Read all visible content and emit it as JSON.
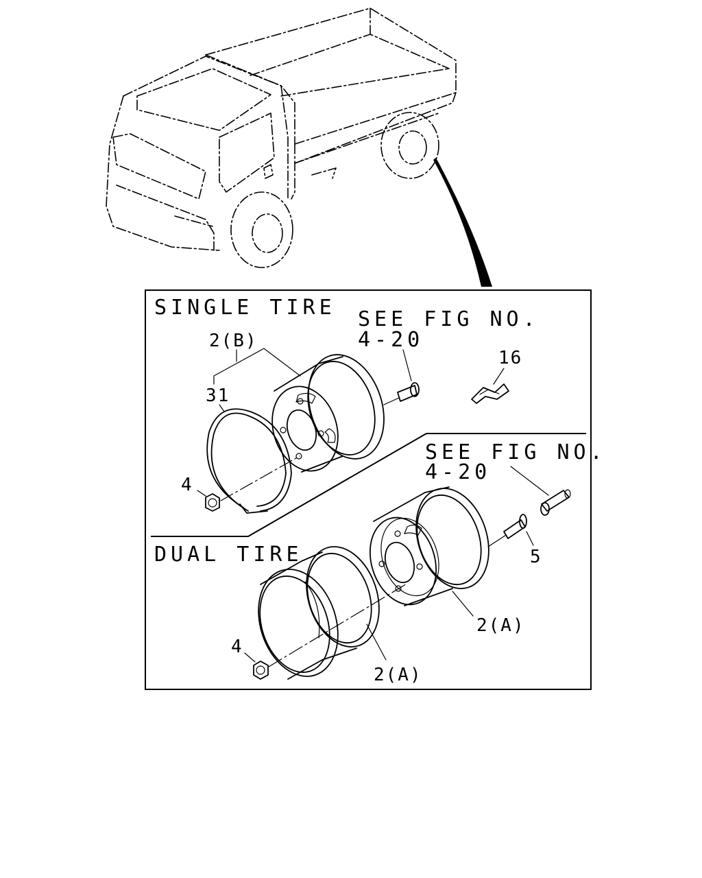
{
  "sections": {
    "single_tire_title": "SINGLE TIRE",
    "dual_tire_title": "DUAL TIRE"
  },
  "references": {
    "single_see_fig_line1": "SEE FIG NO.",
    "single_see_fig_line2": "4-20",
    "dual_see_fig_line1": "SEE FIG NO.",
    "dual_see_fig_line2": "4-20"
  },
  "callouts": {
    "wheel_2b": "2(B)",
    "ring_31": "31",
    "nut_4_single": "4",
    "clip_16": "16",
    "valve_5": "5",
    "wheel_2a_inner": "2(A)",
    "wheel_2a_outer": "2(A)",
    "nut_4_dual": "4"
  }
}
